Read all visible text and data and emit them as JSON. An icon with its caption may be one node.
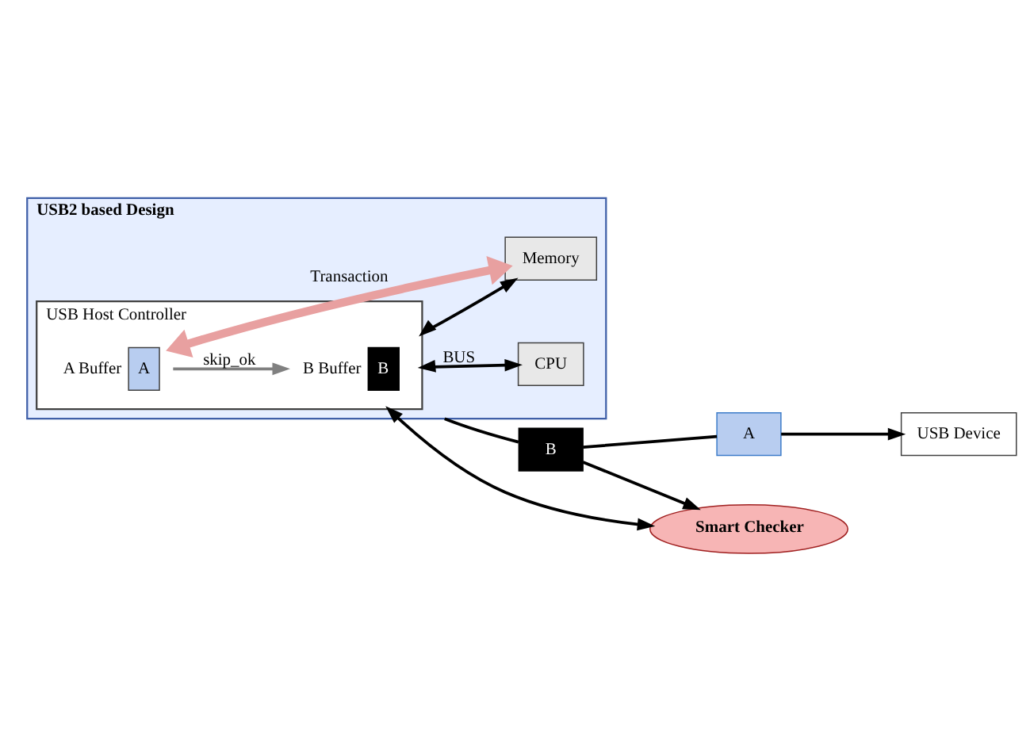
{
  "diagram": {
    "nodes": [
      {
        "text": [
          "USB2 based Design"
        ]
      },
      {
        "text": [
          "USB Host Controller"
        ],
        "in": 0
      },
      {
        "text": [
          "B"
        ],
        "beside": [
          "B Buffer"
        ],
        "in": 1
      },
      {
        "text": [
          "A"
        ],
        "beside": [
          "A Buffer"
        ],
        "in": 1
      },
      {
        "text": [
          "CPU"
        ],
        "in": 0
      },
      {
        "text": [
          "Memory"
        ],
        "in": 0
      },
      {
        "text": [
          "Smart Checker"
        ]
      },
      {
        "text": [
          "B"
        ]
      },
      {
        "text": [
          "A"
        ]
      },
      {
        "text": [
          "USB Device"
        ]
      }
    ],
    "edges": [
      {
        "from": 6,
        "to": 1,
        "arrow": "both"
      },
      {
        "from": 3,
        "to": 2,
        "arrow": "to",
        "label": "skip_ok",
        "color": "#808080"
      },
      {
        "from": 3,
        "to": 5,
        "arrow": "both",
        "label": "Transaction",
        "style": "thick",
        "color": "#e8a0a0"
      },
      {
        "from": 1,
        "to": 4,
        "arrow": "both",
        "label": "BUS"
      },
      {
        "from": 1,
        "to": 5,
        "arrow": "both"
      },
      {
        "from": 0,
        "to": 7,
        "arrow": "none"
      },
      {
        "from": 7,
        "to": 6,
        "arrow": "to"
      },
      {
        "from": 7,
        "to": 8,
        "arrow": "none"
      },
      {
        "from": 8,
        "to": 9,
        "arrow": "to"
      }
    ]
  }
}
